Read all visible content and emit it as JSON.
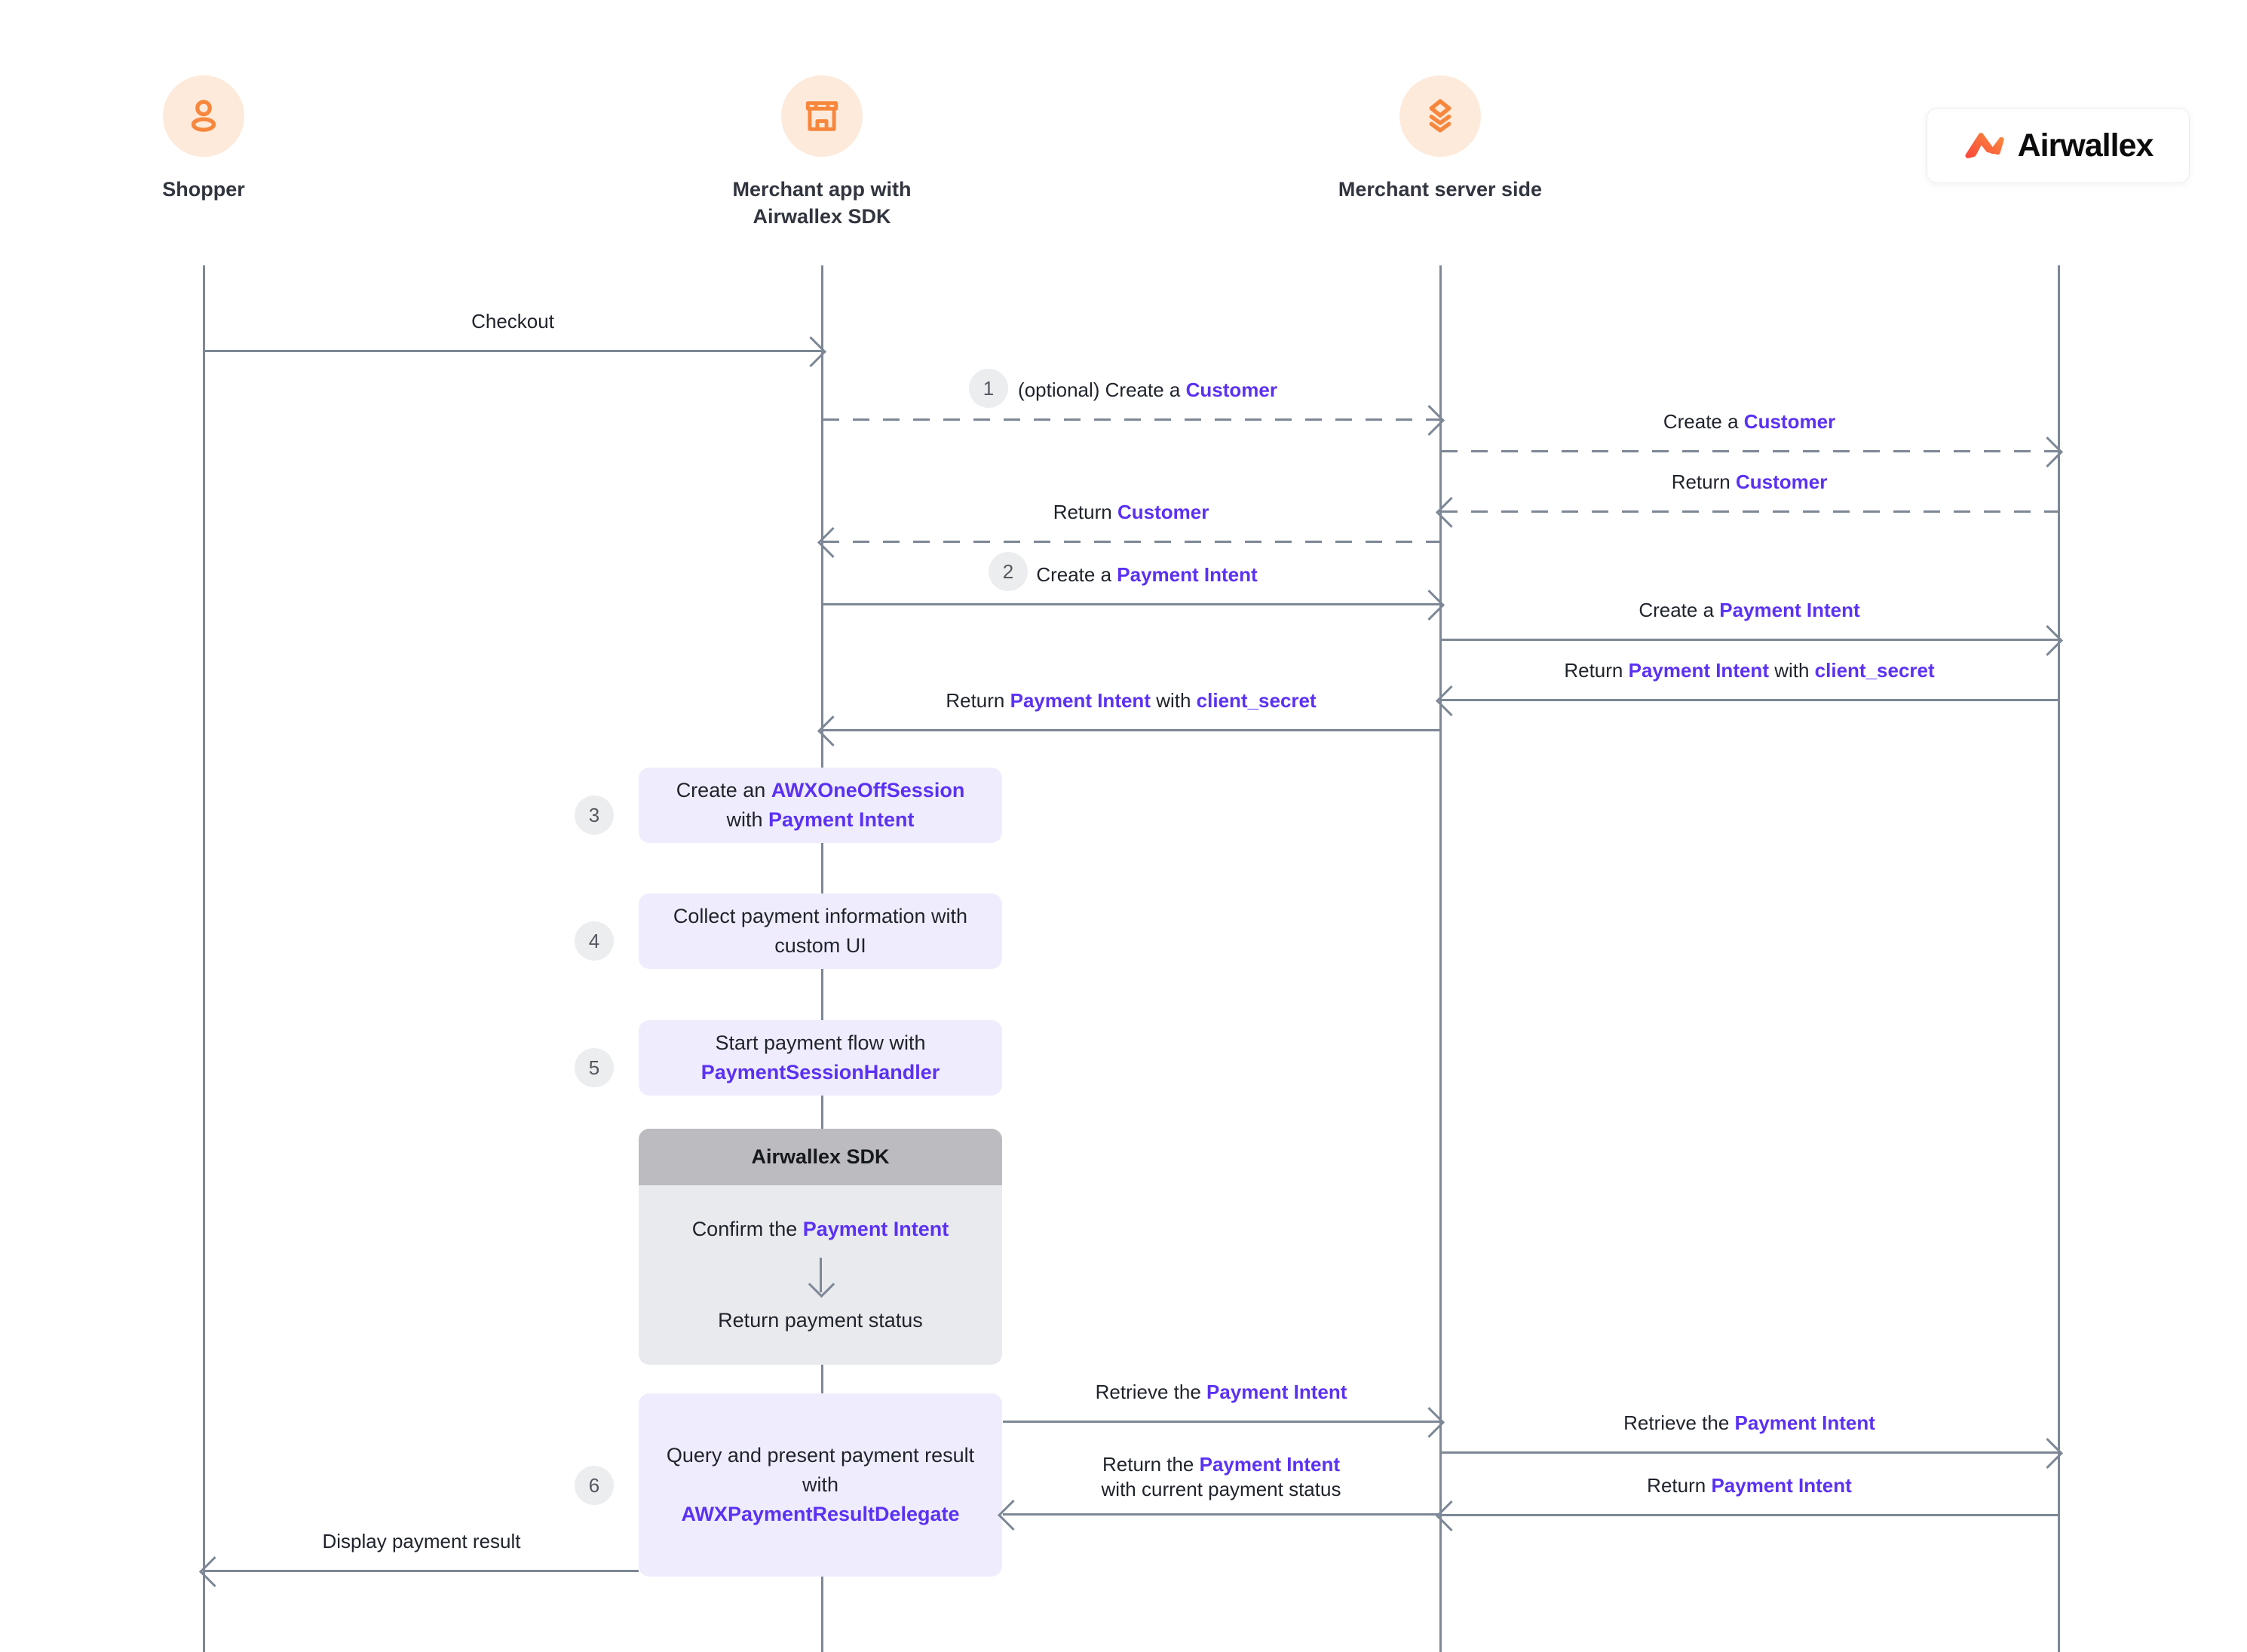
{
  "diagram": {
    "title": "Airwallex payment sequence diagram",
    "brand": {
      "name": "Airwallex",
      "mark": "airwallex-logo-mark"
    },
    "colors": {
      "accent_orange": "#F7873D",
      "accent_peach": "#FDEADB",
      "highlight_purple": "#5B31F4",
      "lifeline_gray": "#7D8795",
      "box_purple": "#EFEDFD",
      "box_gray": "#E9EAEE",
      "box_gray_header": "#BCBCC0",
      "badge_gray": "#ECEDEF"
    },
    "actors": [
      {
        "id": "shopper",
        "label": "Shopper",
        "icon": "person-icon"
      },
      {
        "id": "app",
        "label": "Merchant app with\nAirwallex SDK",
        "label_line1": "Merchant app with",
        "label_line2": "Airwallex SDK",
        "icon": "storefront-icon"
      },
      {
        "id": "server",
        "label": "Merchant server side",
        "icon": "layers-icon"
      },
      {
        "id": "airwallex",
        "label": "",
        "icon": ""
      }
    ],
    "messages": [
      {
        "id": "checkout",
        "text_before": "Checkout",
        "highlight": "",
        "text_after": "",
        "style": "solid",
        "direction": "right"
      },
      {
        "id": "create-customer-1",
        "text_before": "(optional) Create a ",
        "highlight": "Customer",
        "text_after": "",
        "style": "dashed",
        "direction": "right",
        "step": "1"
      },
      {
        "id": "create-customer-2",
        "text_before": "Create a ",
        "highlight": "Customer",
        "text_after": "",
        "style": "dashed",
        "direction": "right"
      },
      {
        "id": "return-customer-2",
        "text_before": "Return ",
        "highlight": "Customer",
        "text_after": "",
        "style": "dashed",
        "direction": "left"
      },
      {
        "id": "return-customer-1",
        "text_before": "Return ",
        "highlight": "Customer",
        "text_after": "",
        "style": "dashed",
        "direction": "left"
      },
      {
        "id": "create-pi-1",
        "text_before": "Create a ",
        "highlight": "Payment Intent",
        "text_after": "",
        "style": "solid",
        "direction": "right",
        "step": "2"
      },
      {
        "id": "create-pi-2",
        "text_before": "Create a ",
        "highlight": "Payment Intent",
        "text_after": "",
        "style": "solid",
        "direction": "right"
      },
      {
        "id": "return-pi-secret-2",
        "text_before": "Return ",
        "highlight": "Payment Intent",
        "text_after": " with ",
        "highlight2": "client_secret",
        "style": "solid",
        "direction": "left"
      },
      {
        "id": "return-pi-secret-1",
        "text_before": "Return ",
        "highlight": "Payment Intent",
        "text_after": " with ",
        "highlight2": "client_secret",
        "style": "solid",
        "direction": "left"
      },
      {
        "id": "retrieve-pi-1",
        "text_before": "Retrieve the ",
        "highlight": "Payment Intent",
        "text_after": "",
        "style": "solid",
        "direction": "right"
      },
      {
        "id": "retrieve-pi-2",
        "text_before": "Retrieve the ",
        "highlight": "Payment Intent",
        "text_after": "",
        "style": "solid",
        "direction": "right"
      },
      {
        "id": "return-pi-status",
        "text_before": "Return the ",
        "highlight": "Payment Intent",
        "text_after": "with current payment status",
        "style": "solid",
        "direction": "left"
      },
      {
        "id": "return-pi-2",
        "text_before": "Return ",
        "highlight": "Payment Intent",
        "text_after": "",
        "style": "solid",
        "direction": "left"
      },
      {
        "id": "display-result",
        "text_before": "Display payment result",
        "highlight": "",
        "text_after": "",
        "style": "solid",
        "direction": "left"
      }
    ],
    "steps": [
      {
        "num": "3",
        "line1_before": "Create an ",
        "line1_highlight": "AWXOneOffSession",
        "line2_before": "with ",
        "line2_highlight": "Payment Intent"
      },
      {
        "num": "4",
        "line1_before": "Collect payment information with",
        "line1_highlight": "",
        "line2_before": "custom UI",
        "line2_highlight": ""
      },
      {
        "num": "5",
        "line1_before": "Start payment flow with",
        "line1_highlight": "",
        "line2_before": "",
        "line2_highlight": "PaymentSessionHandler"
      },
      {
        "num": "6",
        "line1_before": "Query and present payment result",
        "line1_highlight": "",
        "line2_before": "with",
        "line2_highlight": "AWXPaymentResultDelegate"
      }
    ],
    "sdk_block": {
      "title": "Airwallex SDK",
      "line1_before": "Confirm the ",
      "line1_highlight": "Payment Intent",
      "line2": "Return payment status"
    }
  }
}
